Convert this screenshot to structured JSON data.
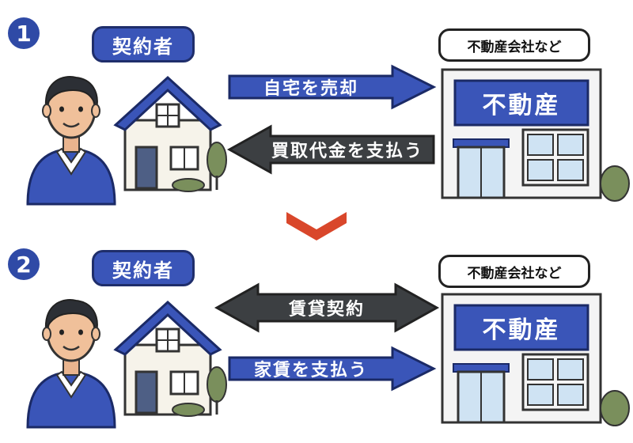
{
  "steps": [
    {
      "number": "1",
      "contractor_label": "契約者",
      "company_label": "不動産会社など",
      "building_sign": "不動産",
      "arrow_top": {
        "label": "自宅を売却",
        "direction": "right",
        "color": "#3a55b8"
      },
      "arrow_bottom": {
        "label": "買取代金を支払う",
        "direction": "left",
        "color": "#3c3f42"
      }
    },
    {
      "number": "2",
      "contractor_label": "契約者",
      "company_label": "不動産会社など",
      "building_sign": "不動産",
      "arrow_top": {
        "label": "賃貸契約",
        "direction": "both",
        "color": "#3c3f42"
      },
      "arrow_bottom": {
        "label": "家賃を支払う",
        "direction": "right",
        "color": "#3a55b8"
      }
    }
  ],
  "colors": {
    "accent_blue": "#3a55b8",
    "dark_gray": "#3c3f42",
    "chevron_red": "#d9472b"
  },
  "icons": [
    "person-icon",
    "house-icon",
    "office-building-icon",
    "chevron-down-icon"
  ]
}
